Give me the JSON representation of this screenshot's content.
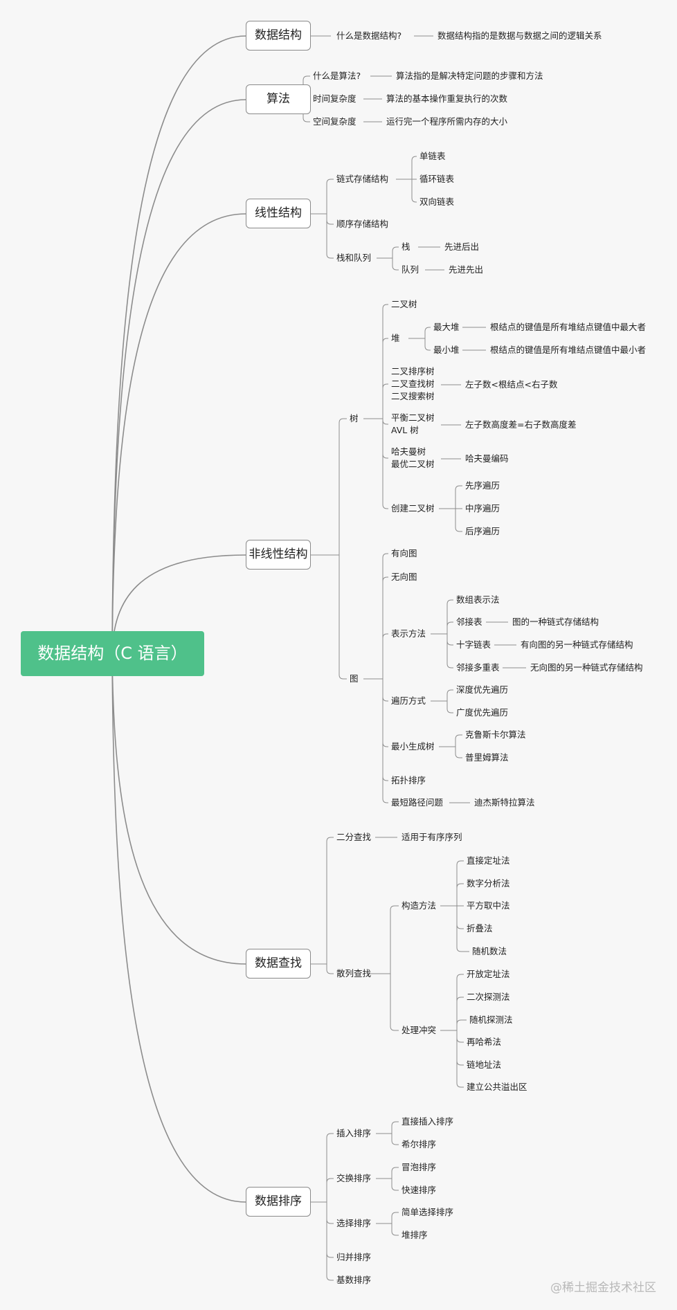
{
  "title": "数据结构（C 语言）",
  "watermark": "@稀土掘金技术社区",
  "branches": {
    "b1": "数据结构",
    "b2": "算法",
    "b3": "线性结构",
    "b4": "非线性结构",
    "b5": "数据查找",
    "b6": "数据排序"
  },
  "nodes": {
    "s1a": "什么是数据结构?",
    "s1b": "数据结构指的是数据与数据之间的逻辑关系",
    "s2a": "什么是算法?",
    "s2b": "算法指的是解决特定问题的步骤和方法",
    "s2c": "时间复杂度",
    "s2d": "算法的基本操作重复执行的次数",
    "s2e": "空间复杂度",
    "s2f": "运行完一个程序所需内存的大小",
    "s3a": "链式存储结构",
    "s3a1": "单链表",
    "s3a2": "循环链表",
    "s3a3": "双向链表",
    "s3b": "顺序存储结构",
    "s3c": "栈和队列",
    "s3c1": "栈",
    "s3c1a": "先进后出",
    "s3c2": "队列",
    "s3c2a": "先进先出",
    "t": "树",
    "t1": "二叉树",
    "t2": "堆",
    "t2a": "最大堆",
    "t2a1": "根结点的键值是所有堆结点键值中最大者",
    "t2b": "最小堆",
    "t2b1": "根结点的键值是所有堆结点键值中最小者",
    "t3": "二叉排序树\n二叉查找树\n二叉搜索树",
    "t3a": "左子数<根结点<右子数",
    "t4": "平衡二叉树\nAVL 树",
    "t4a": "左子数高度差=右子数高度差",
    "t5": "哈夫曼树\n最优二叉树",
    "t5a": "哈夫曼编码",
    "t6": "创建二叉树",
    "t6a": "先序遍历",
    "t6b": "中序遍历",
    "t6c": "后序遍历",
    "g": "图",
    "g1": "有向图",
    "g2": "无向图",
    "g3": "表示方法",
    "g3a": "数组表示法",
    "g3b": "邻接表",
    "g3b1": "图的一种链式存储结构",
    "g3c": "十字链表",
    "g3c1": "有向图的另一种链式存储结构",
    "g3d": "邻接多重表",
    "g3d1": "无向图的另一种链式存储结构",
    "g4": "遍历方式",
    "g4a": "深度优先遍历",
    "g4b": "广度优先遍历",
    "g5": "最小生成树",
    "g5a": "克鲁斯卡尔算法",
    "g5b": "普里姆算法",
    "g6": "拓扑排序",
    "g7": "最短路径问题",
    "g7a": "迪杰斯特拉算法",
    "f1": "二分查找",
    "f1a": "适用于有序序列",
    "f2": "散列查找",
    "f2a": "构造方法",
    "f2a1": "直接定址法",
    "f2a2": "数字分析法",
    "f2a3": "平方取中法",
    "f2a4": "折叠法",
    "f2a5": "随机数法",
    "f2b": "处理冲突",
    "f2b1": "开放定址法",
    "f2b2": "二次探测法",
    "f2b3": "随机探测法",
    "f2b4": "再哈希法",
    "f2b5": "链地址法",
    "f2b6": "建立公共溢出区",
    "r1": "插入排序",
    "r1a": "直接插入排序",
    "r1b": "希尔排序",
    "r2": "交换排序",
    "r2a": "冒泡排序",
    "r2b": "快速排序",
    "r3": "选择排序",
    "r3a": "简单选择排序",
    "r3b": "堆排序",
    "r4": "归并排序",
    "r5": "基数排序"
  }
}
